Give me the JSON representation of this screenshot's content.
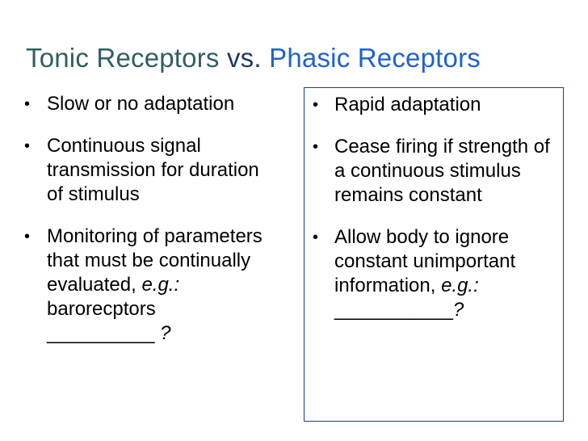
{
  "title": {
    "tonic": "Tonic Receptors",
    "vs": "vs.",
    "phasic": "Phasic Receptors"
  },
  "colors": {
    "tonic": "#2f5f62",
    "vs": "#1d3a5f",
    "phasic": "#1f62c9",
    "box_border": "#1f3f8a"
  },
  "left": {
    "items": [
      {
        "text": "Slow or no adaptation"
      },
      {
        "text": "Continuous signal transmission for duration of stimulus"
      },
      {
        "text": "Monitoring of parameters that must be continually evaluated,",
        "eg": "e.g.:",
        "example": "barorecptors",
        "blank": "__________",
        "question": "?"
      }
    ]
  },
  "right": {
    "items": [
      {
        "text": "Rapid adaptation"
      },
      {
        "text": "Cease firing if strength of a continuous stimulus remains constant"
      },
      {
        "text": "Allow body to ignore constant unimportant information,",
        "eg": "e.g.:",
        "blank": "___________",
        "question": "?"
      }
    ]
  }
}
